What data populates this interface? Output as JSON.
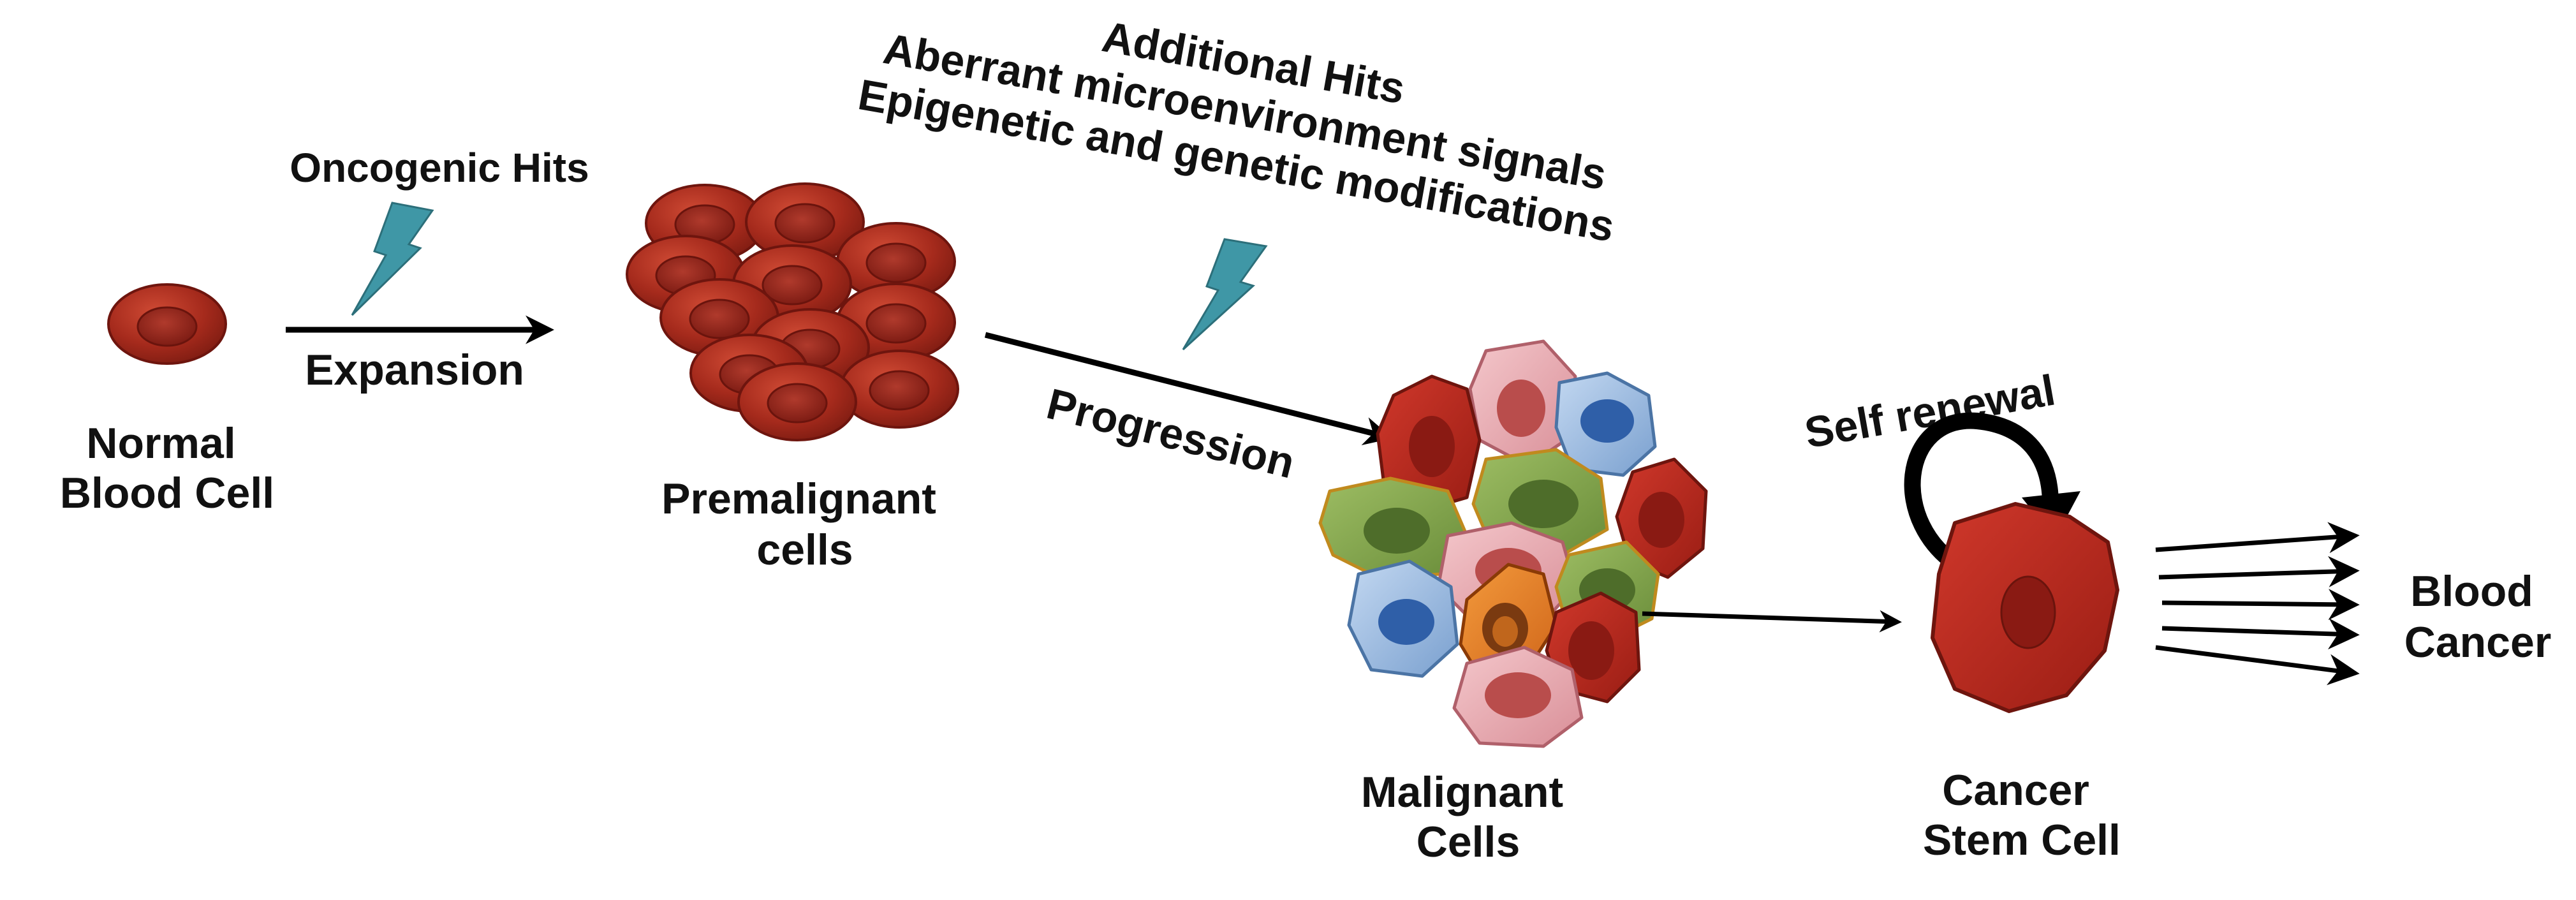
{
  "labels": {
    "normal_cell": [
      "Normal",
      "Blood Cell"
    ],
    "oncogenic_hits": "Oncogenic Hits",
    "expansion": "Expansion",
    "premalignant": [
      "Premalignant",
      "cells"
    ],
    "additional_hits": [
      "Additional Hits",
      "Aberrant microenvironment signals",
      "Epigenetic and genetic modifications"
    ],
    "progression": "Progression",
    "malignant": [
      "Malignant",
      "Cells"
    ],
    "self_renewal": "Self renewal",
    "cancer_stem_cell": [
      "Cancer",
      "Stem Cell"
    ],
    "blood_cancer": [
      "Blood",
      "Cancer"
    ]
  },
  "colors": {
    "normal_cell": "#a52a1c",
    "cell_nucleus": "#8e1e16",
    "cell_pink": "#e3a3a9",
    "cell_blue": "#8fb2dd",
    "cell_green": "#7ea14a",
    "cell_orange": "#e27a1f",
    "cancer_stem_cell": "#b5261e",
    "lightning": "#3f97a6",
    "arrow": "#000000"
  },
  "icons": {
    "hit_marker": "lightning-bolt-icon",
    "arrow": "right-arrow-icon",
    "self_renewal_arrow": "curved-arrow-icon"
  }
}
